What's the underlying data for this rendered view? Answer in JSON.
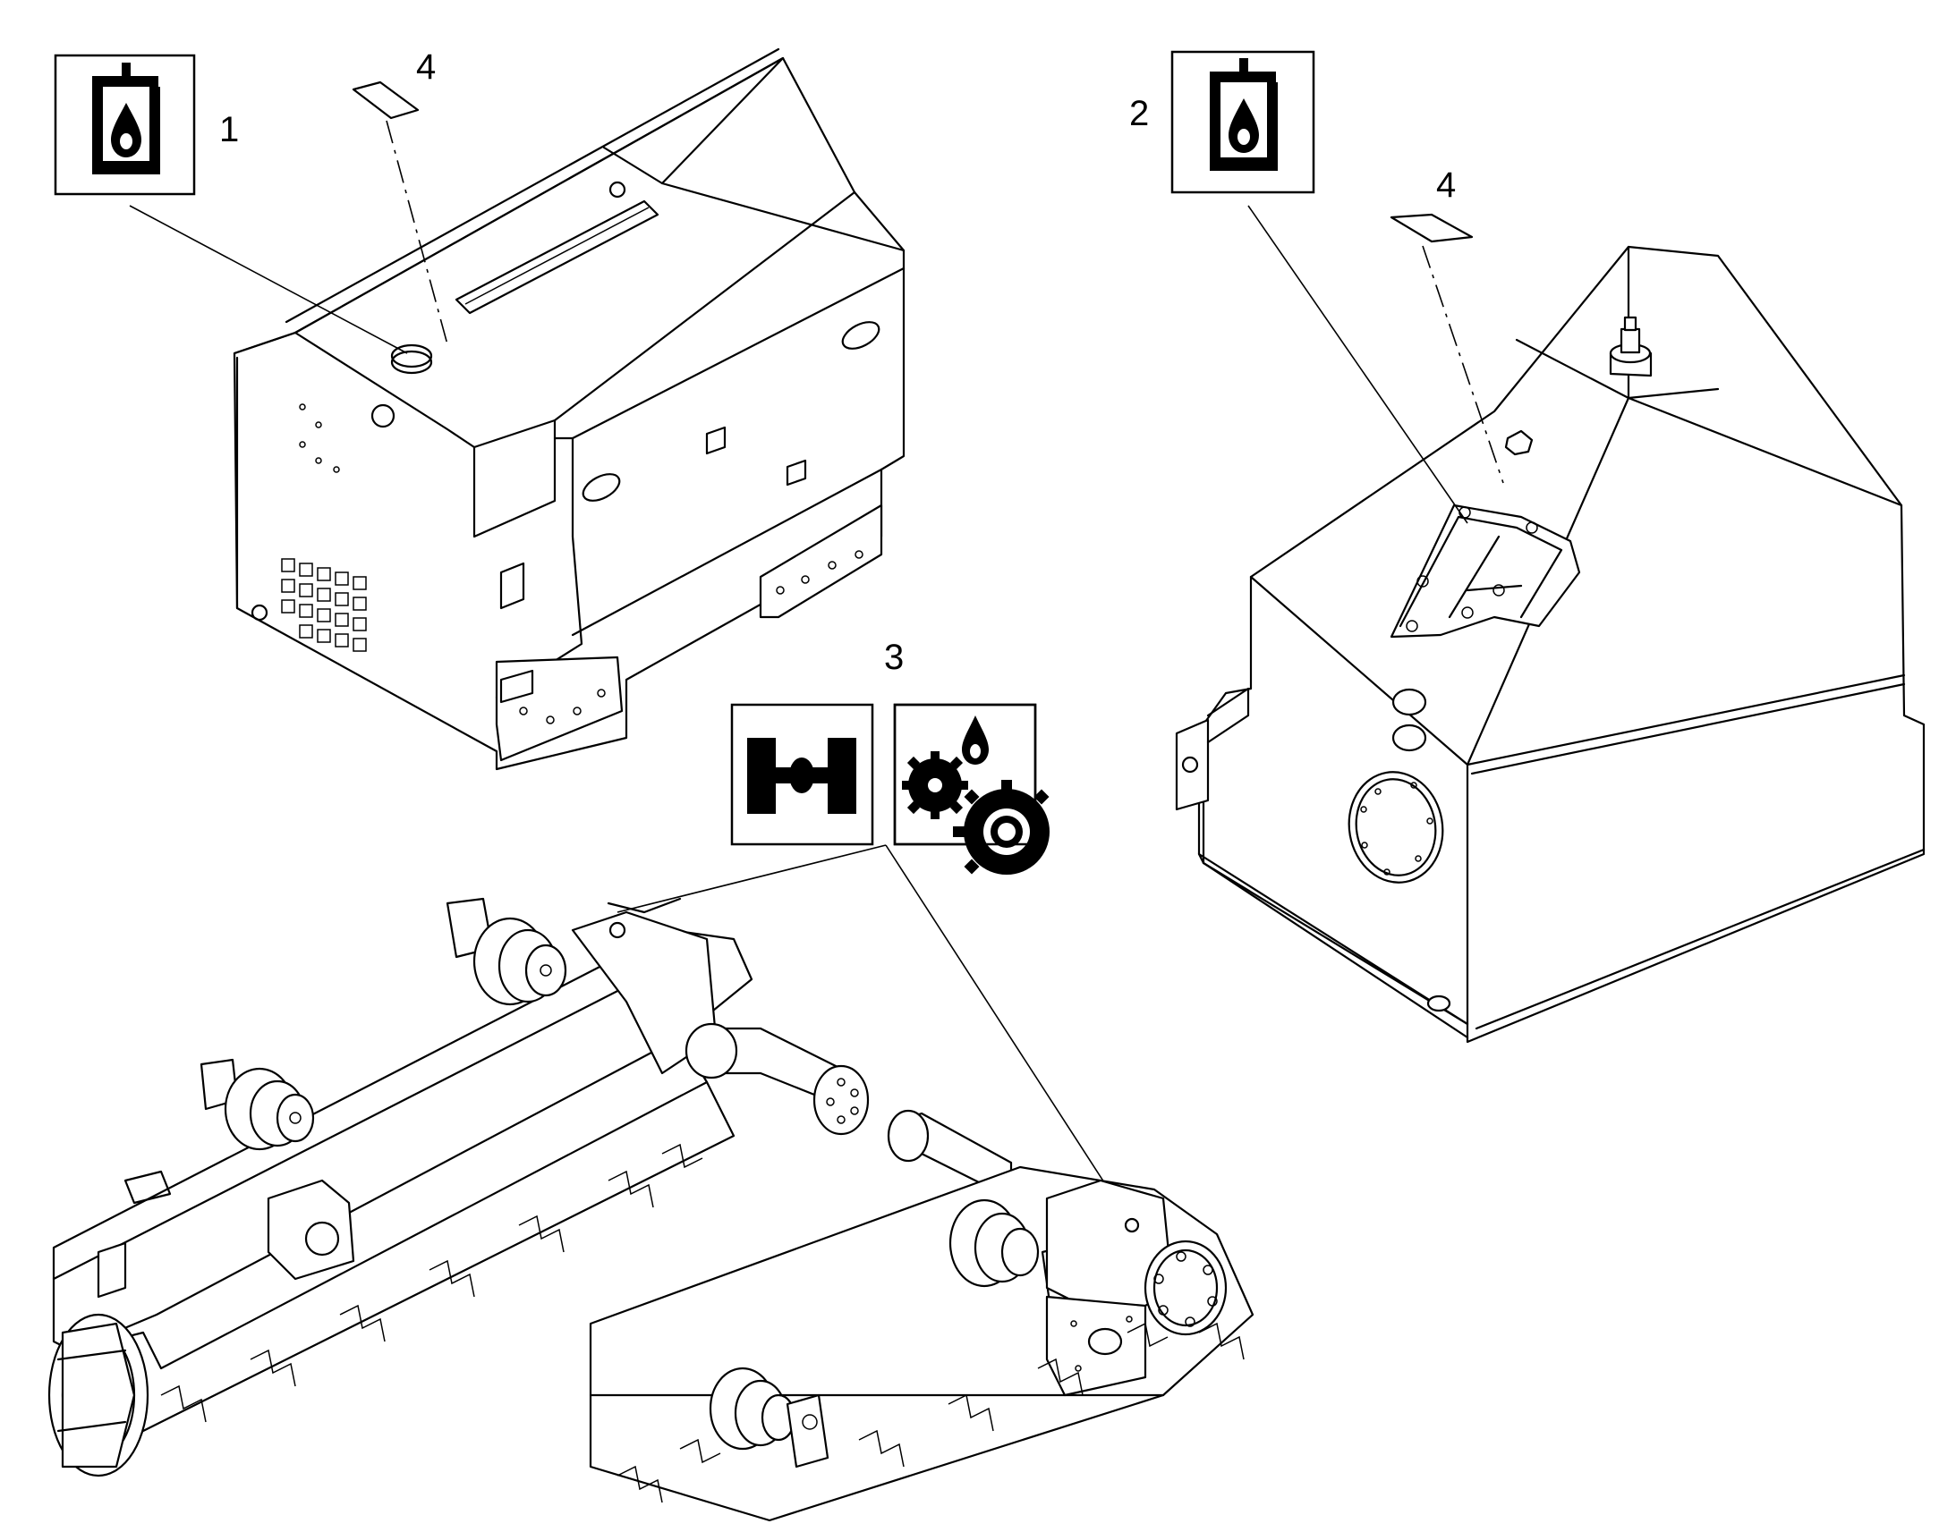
{
  "callouts": {
    "item1": "1",
    "item2": "2",
    "item3": "3",
    "item4_left": "4",
    "item4_right": "4"
  },
  "symbols": {
    "hydraulic_oil_left": "hydraulic-oil-fill-icon",
    "hydraulic_oil_right": "hydraulic-oil-fill-icon",
    "axle": "axle-icon",
    "gear_oil": "gear-oil-icon"
  },
  "colors": {
    "line": "#000000",
    "background": "#ffffff"
  }
}
